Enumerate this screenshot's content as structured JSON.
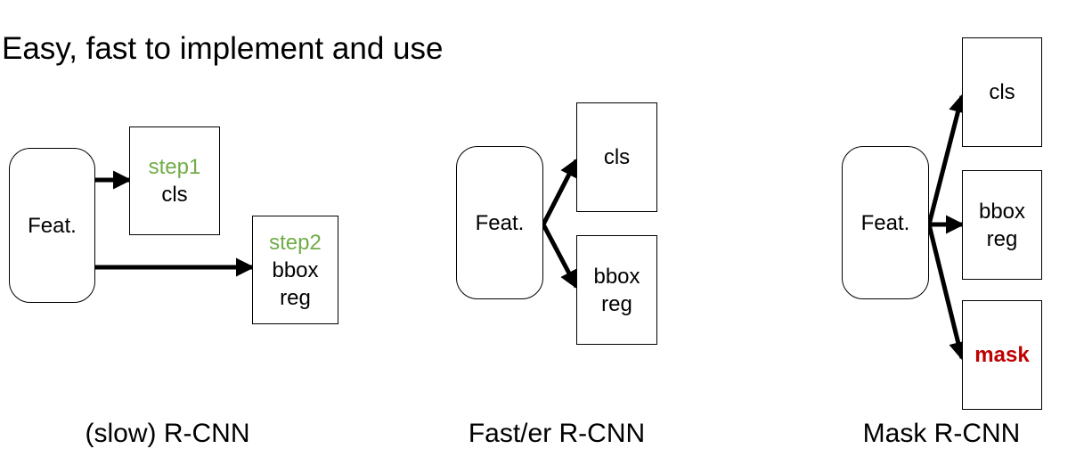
{
  "title": "Easy, fast to implement and use",
  "colors": {
    "step_label": "#70ad47",
    "mask_label": "#c00000",
    "stroke": "#000000"
  },
  "slow_rcnn": {
    "caption": "(slow) R-CNN",
    "feat": "Feat.",
    "box1": {
      "step": "step1",
      "label": "cls"
    },
    "box2": {
      "step": "step2",
      "line1": "bbox",
      "line2": "reg"
    }
  },
  "fast_rcnn": {
    "caption": "Fast/er R-CNN",
    "feat": "Feat.",
    "cls": "cls",
    "bbox_line1": "bbox",
    "bbox_line2": "reg"
  },
  "mask_rcnn": {
    "caption": "Mask R-CNN",
    "feat": "Feat.",
    "cls": "cls",
    "bbox_line1": "bbox",
    "bbox_line2": "reg",
    "mask": "mask"
  }
}
